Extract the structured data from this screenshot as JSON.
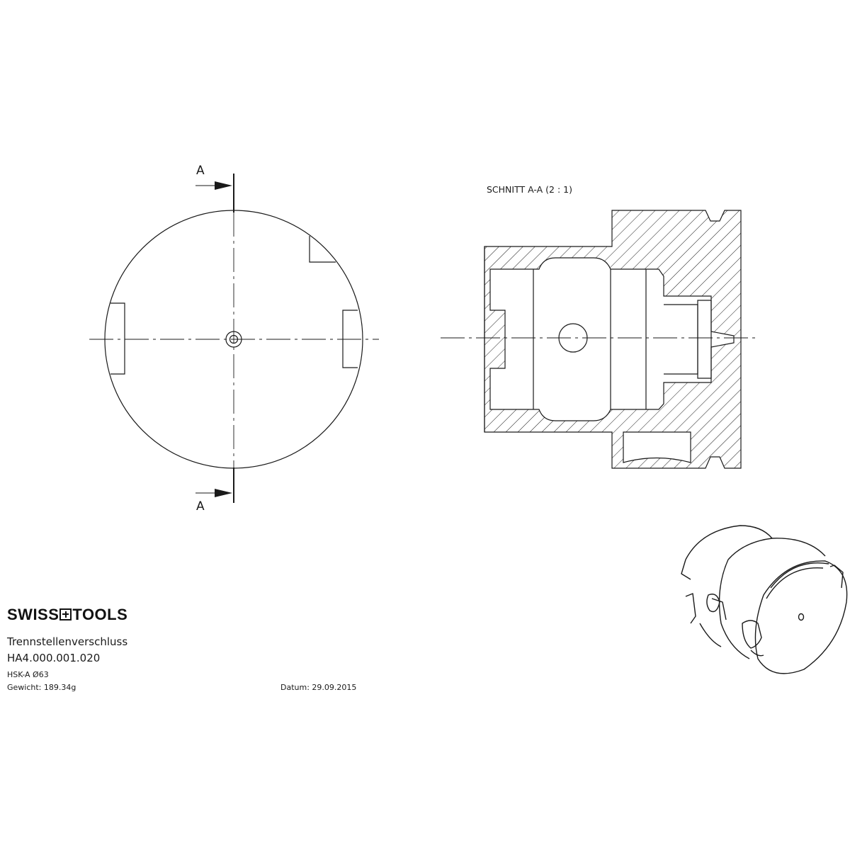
{
  "drawing": {
    "section_marker_top": "A",
    "section_marker_bottom": "A",
    "section_title": "SCHNITT A-A (2 : 1)"
  },
  "title_block": {
    "brand_left": "SWISS",
    "brand_right": "TOOLS",
    "part_name": "Trennstellenverschluss",
    "part_number": "HA4.000.001.020",
    "spec": "HSK-A Ø63",
    "weight": "Gewicht: 189.34g",
    "date": "Datum: 29.09.2015"
  },
  "colors": {
    "line": "#1a1a1a",
    "background": "#ffffff"
  }
}
